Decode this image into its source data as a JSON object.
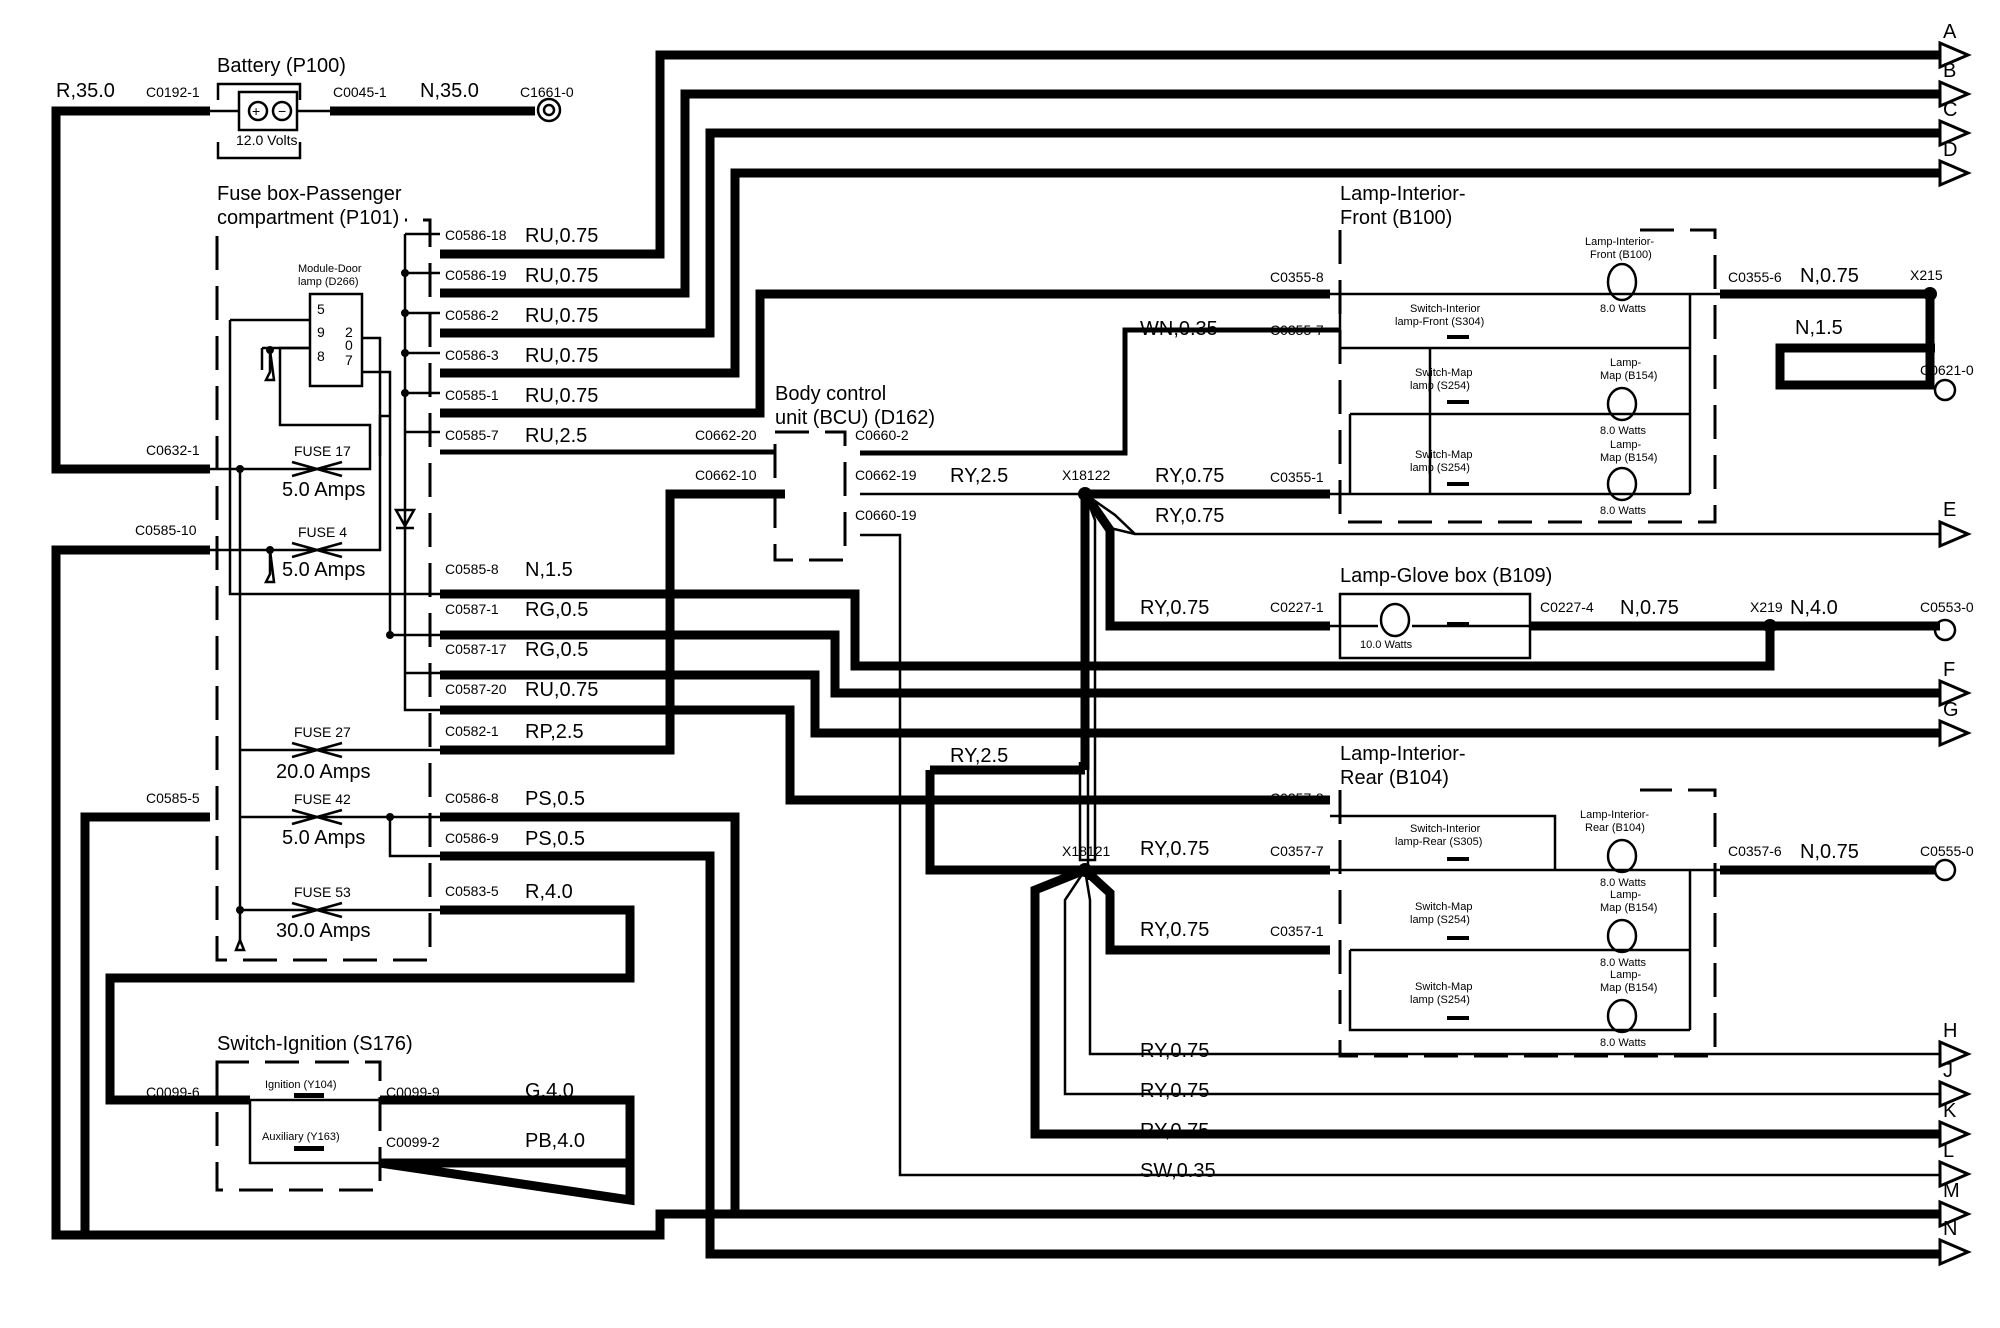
{
  "components": {
    "battery": {
      "title": "Battery (P100)",
      "volts": "12.0 Volts"
    },
    "fusebox": {
      "title1": "Fuse box-Passenger",
      "title2": "compartment (P101)"
    },
    "door_module": {
      "title1": "Module-Door",
      "title2": "lamp (D266)",
      "pins": [
        "5",
        "9",
        "8",
        "2",
        "0",
        "7"
      ]
    },
    "bcu": {
      "title1": "Body control",
      "title2": "unit (BCU) (D162)"
    },
    "lamp_front": {
      "title1": "Lamp-Interior-",
      "title2": "Front (B100)"
    },
    "lamp_glove": {
      "title": "Lamp-Glove box (B109)",
      "watts": "10.0 Watts"
    },
    "lamp_rear": {
      "title1": "Lamp-Interior-",
      "title2": "Rear (B104)"
    },
    "ignition": {
      "title": "Switch-Ignition (S176)",
      "ign": "Ignition (Y104)",
      "aux": "Auxiliary (Y163)"
    }
  },
  "fuses": [
    {
      "name": "FUSE 17",
      "amps": "5.0 Amps"
    },
    {
      "name": "FUSE 4",
      "amps": "5.0 Amps"
    },
    {
      "name": "FUSE 27",
      "amps": "20.0 Amps"
    },
    {
      "name": "FUSE 42",
      "amps": "5.0 Amps"
    },
    {
      "name": "FUSE 53",
      "amps": "30.0 Amps"
    }
  ],
  "front_lamp_parts": {
    "lamp_a": "Lamp-Interior-",
    "lamp_b": "Front (B100)",
    "sw_a": "Switch-Interior",
    "sw_b": "lamp-Front (S304)",
    "map_sw_a": "Switch-Map",
    "map_sw_b": "lamp (S254)",
    "map_a": "Lamp-",
    "map_b": "Map (B154)",
    "watts": "8.0 Watts"
  },
  "rear_lamp_parts": {
    "lamp_a": "Lamp-Interior-",
    "lamp_b": "Rear (B104)",
    "sw_a": "Switch-Interior",
    "sw_b": "lamp-Rear (S305)",
    "map_sw_a": "Switch-Map",
    "map_sw_b": "lamp (S254)",
    "map_a": "Lamp-",
    "map_b": "Map (B154)",
    "watts": "8.0 Watts"
  },
  "connectors": {
    "c0192": "C0192-1",
    "c0045": "C0045-1",
    "c1661": "C1661-0",
    "c0632": "C0632-1",
    "c0585_10": "C0585-10",
    "c0585_5": "C0585-5",
    "c0586_18": "C0586-18",
    "c0586_19": "C0586-19",
    "c0586_2": "C0586-2",
    "c0586_3": "C0586-3",
    "c0585_1": "C0585-1",
    "c0585_7": "C0585-7",
    "c0585_8": "C0585-8",
    "c0587_1": "C0587-1",
    "c0587_17": "C0587-17",
    "c0587_20": "C0587-20",
    "c0582_1": "C0582-1",
    "c0586_8": "C0586-8",
    "c0586_9": "C0586-9",
    "c0583_5": "C0583-5",
    "c0662_20": "C0662-20",
    "c0660_2": "C0660-2",
    "c0662_10": "C0662-10",
    "c0662_19": "C0662-19",
    "c0660_19": "C0660-19",
    "c0355_8": "C0355-8",
    "c0355_7": "C0355-7",
    "c0355_1": "C0355-1",
    "c0355_6": "C0355-6",
    "c0621": "C0621-0",
    "c0227_1": "C0227-1",
    "c0227_4": "C0227-4",
    "c0553": "C0553-0",
    "c0357_8": "C0357-8",
    "c0357_7": "C0357-7",
    "c0357_1": "C0357-1",
    "c0357_6": "C0357-6",
    "c0555": "C0555-0",
    "c0099_6": "C0099-6",
    "c0099_9": "C0099-9",
    "c0099_2": "C0099-2",
    "x215": "X215",
    "x219": "X219",
    "x18122": "X18122",
    "x18121": "X18121"
  },
  "wires": {
    "r35": "R,35.0",
    "n35": "N,35.0",
    "ru075": "RU,0.75",
    "ru25": "RU,2.5",
    "n15": "N,1.5",
    "rg05": "RG,0.5",
    "rp25": "RP,2.5",
    "ps05": "PS,0.5",
    "r40": "R,4.0",
    "g40": "G,4.0",
    "pb40": "PB,4.0",
    "wn035": "WN,0.35",
    "ry25": "RY,2.5",
    "ry075": "RY,0.75",
    "n075": "N,0.75",
    "n40": "N,4.0",
    "sw035": "SW,0.35"
  },
  "arrows": [
    "A",
    "B",
    "C",
    "D",
    "E",
    "F",
    "G",
    "H",
    "J",
    "K",
    "L",
    "M",
    "N"
  ]
}
